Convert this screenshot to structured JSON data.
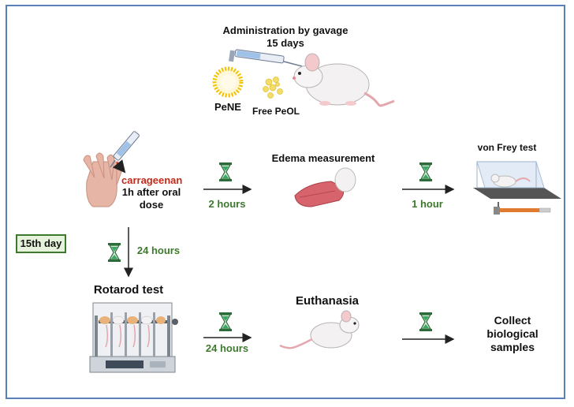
{
  "diagram": {
    "admin_title": "Administration by gavage",
    "admin_duration": "15 days",
    "pene_label": "PeNE",
    "free_peol_label": "Free PeOL",
    "carrageenan_label": "carrageenan",
    "after_dose_line1": "1h after oral",
    "after_dose_line2": "dose",
    "edema_label": "Edema measurement",
    "von_frey_label": "von Frey test",
    "two_hours": "2 hours",
    "one_hour": "1 hour",
    "day_badge": "15th day",
    "twentyfour_hours_down": "24 hours",
    "rotarod_label": "Rotarod test",
    "twentyfour_hours_right": "24 hours",
    "euthanasia_label": "Euthanasia",
    "collect_line1": "Collect",
    "collect_line2": "biological",
    "collect_line3": "samples"
  },
  "colors": {
    "frame": "#5b7fb8",
    "green": "#3d7a2e",
    "red": "#c42a1a",
    "hourglass": "#2e8b57"
  }
}
